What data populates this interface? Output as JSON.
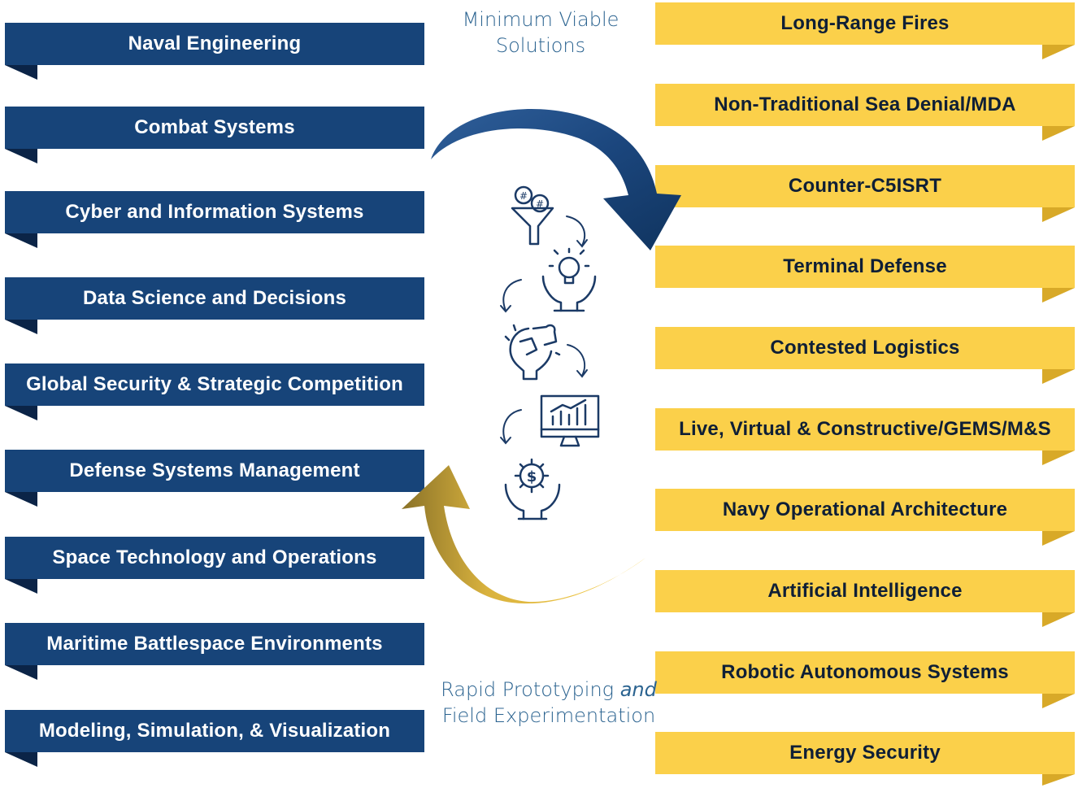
{
  "left_labels": [
    "Naval Engineering",
    "Combat Systems",
    "Cyber and Information Systems",
    "Data Science and Decisions",
    "Global Security & Strategic Competition",
    "Defense Systems Management",
    "Space Technology and Operations",
    "Maritime Battlespace Environments",
    "Modeling, Simulation, & Visualization"
  ],
  "right_labels": [
    "Long-Range Fires",
    "Non-Traditional Sea Denial/MDA",
    "Counter-C5ISRT",
    "Terminal Defense",
    "Contested Logistics",
    "Live, Virtual & Constructive/GEMS/M&S",
    "Navy Operational Architecture",
    "Artificial Intelligence",
    "Robotic Autonomous Systems",
    "Energy Security"
  ],
  "top_caption": {
    "line1": "Minimum Viable",
    "line2": "Solutions"
  },
  "bottom_caption": {
    "line1_a": "Rapid Prototyping ",
    "line1_b": "and",
    "line2": "Field Experimentation"
  },
  "icons": [
    "funnel-coins-icon",
    "lightbulb-hands-icon",
    "puzzle-head-icon",
    "monitor-chart-icon",
    "dollar-gear-hands-icon"
  ],
  "colors": {
    "navy": "#174479",
    "gold": "#fbd04a",
    "caption": "#2b6390",
    "icon": "#1b3a66"
  }
}
